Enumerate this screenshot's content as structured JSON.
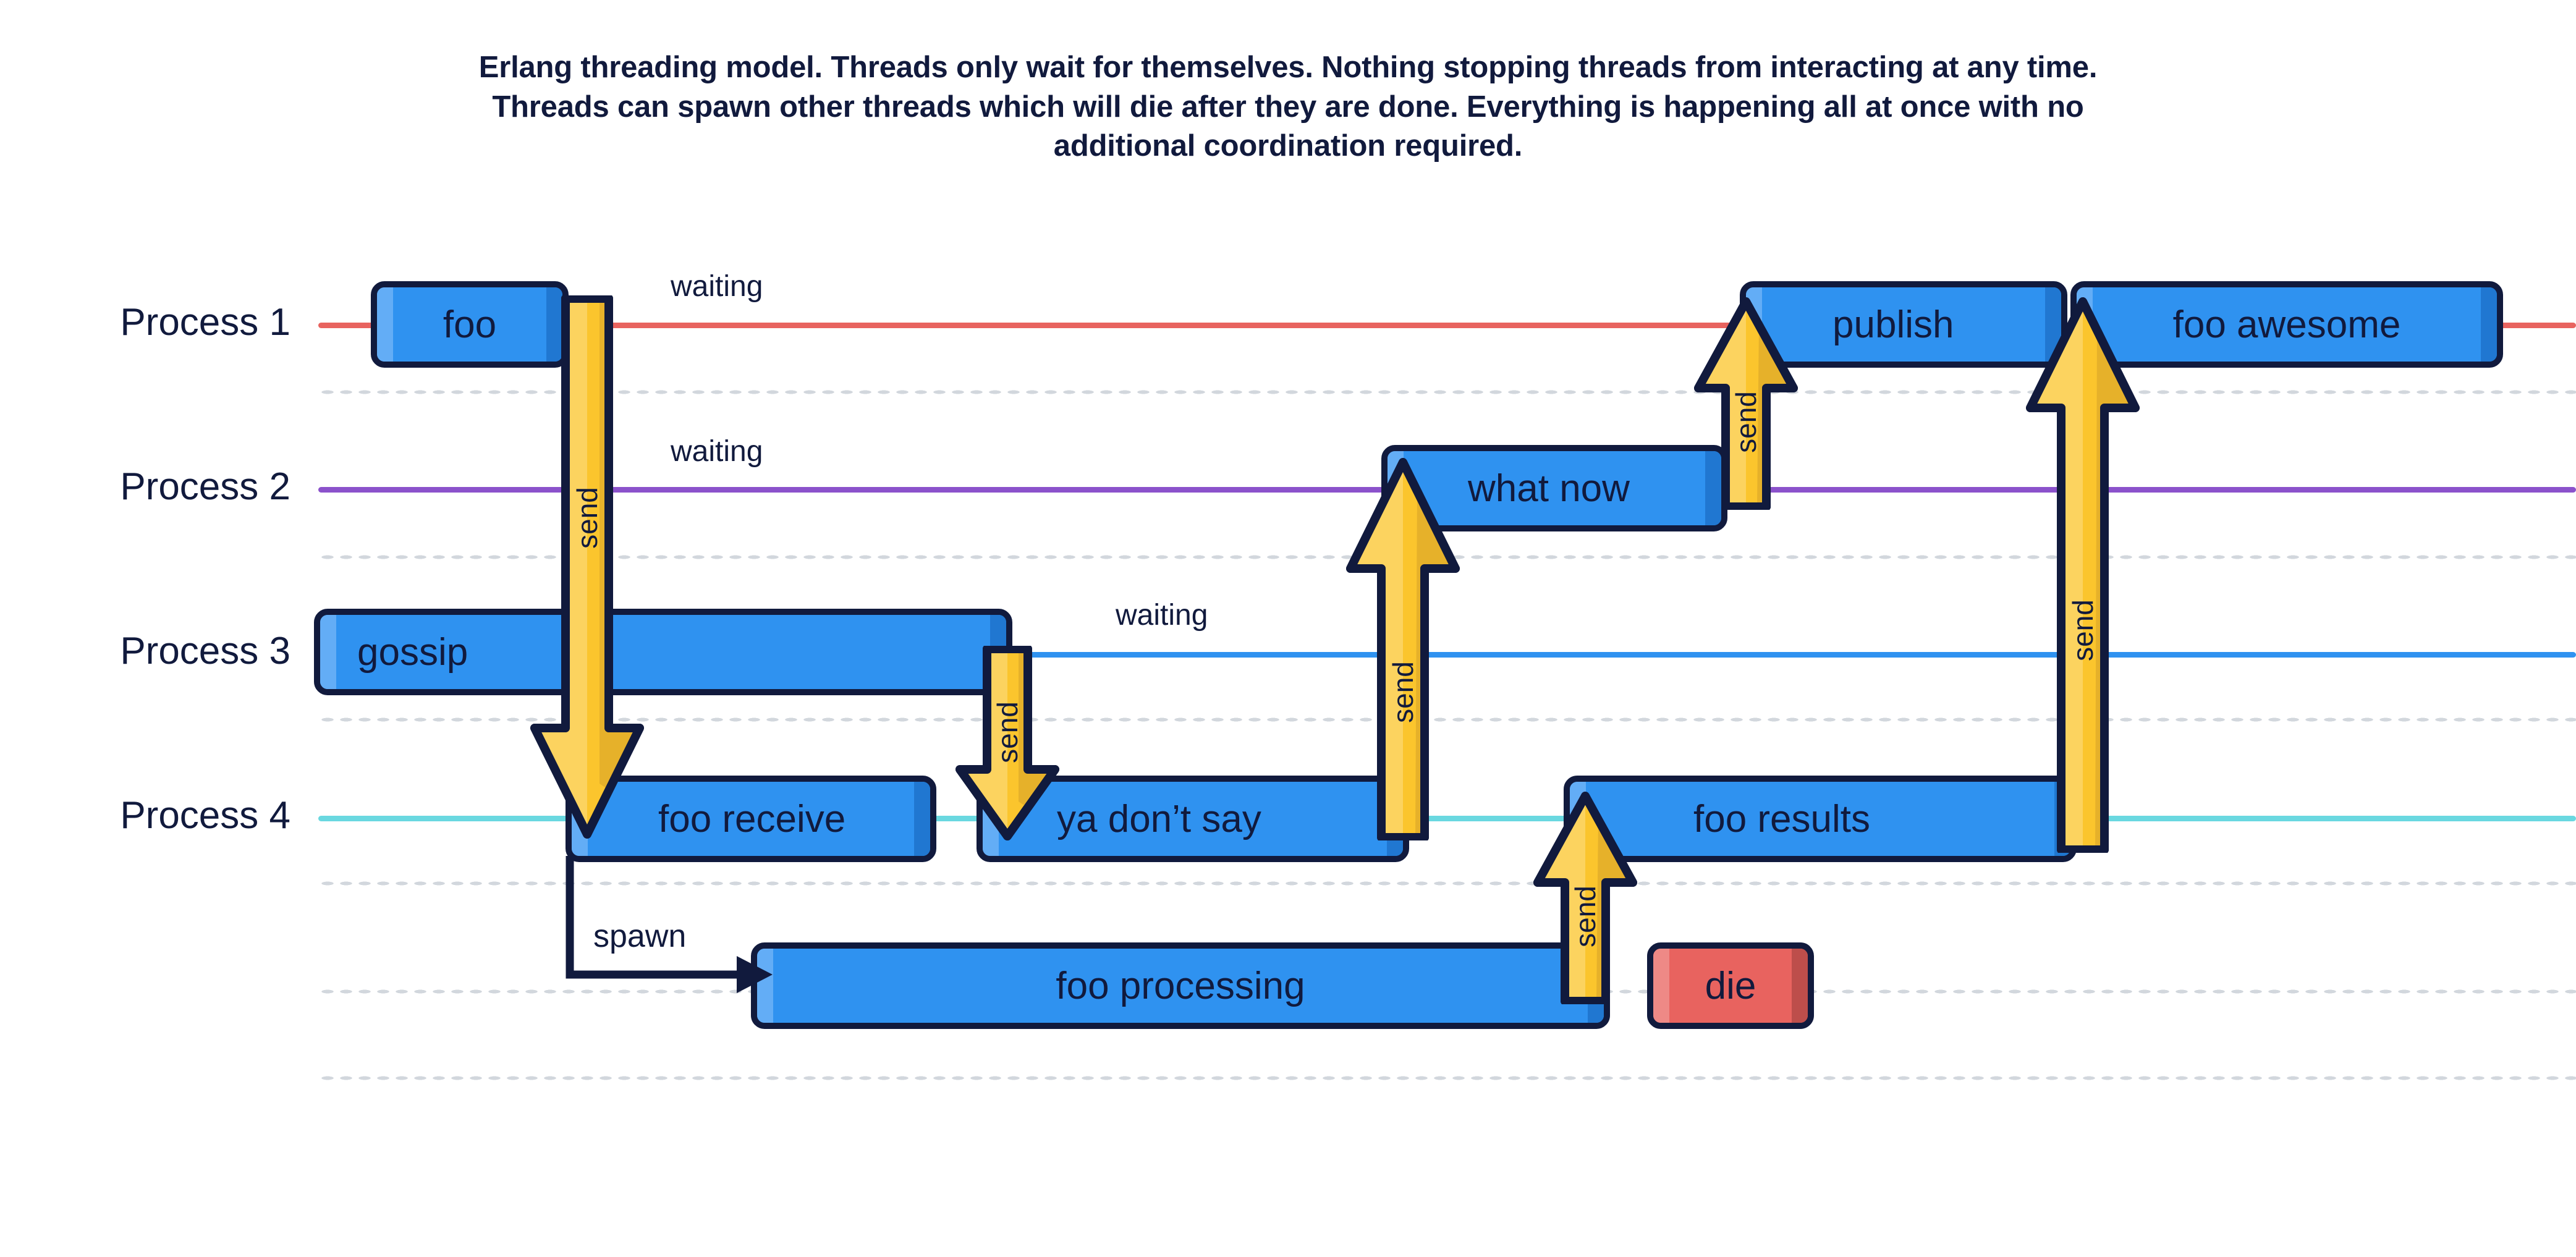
{
  "caption": {
    "line1": "Erlang threading model. Threads only wait for themselves. Nothing stopping threads from interacting at any time.",
    "line2": "Threads can spawn other threads which will die after they are done. Everything is happening all at once with no",
    "line3": "additional coordination required."
  },
  "processes": [
    {
      "label": "Process 1",
      "color": "#e8635f"
    },
    {
      "label": "Process 2",
      "color": "#8b52cb"
    },
    {
      "label": "Process 3",
      "color": "#2f92f0"
    },
    {
      "label": "Process 4",
      "color": "#6ad8e0"
    }
  ],
  "blocks": [
    {
      "name": "foo",
      "label": "foo"
    },
    {
      "name": "publish",
      "label": "publish"
    },
    {
      "name": "foo-awesome",
      "label": "foo awesome"
    },
    {
      "name": "what-now",
      "label": "what now"
    },
    {
      "name": "gossip",
      "label": "gossip"
    },
    {
      "name": "foo-receive",
      "label": "foo receive"
    },
    {
      "name": "ya-dont-say",
      "label": "ya don’t say"
    },
    {
      "name": "foo-results",
      "label": "foo results"
    },
    {
      "name": "foo-processing",
      "label": "foo processing"
    },
    {
      "name": "die",
      "label": "die"
    }
  ],
  "arrows": [
    {
      "name": "send-p1-to-p4",
      "label": "send",
      "direction": "down"
    },
    {
      "name": "send-p3-to-p4",
      "label": "send",
      "direction": "down"
    },
    {
      "name": "send-p4-to-p2",
      "label": "send",
      "direction": "up"
    },
    {
      "name": "send-p2-to-p1",
      "label": "send",
      "direction": "up"
    },
    {
      "name": "send-spawned-to-p4",
      "label": "send",
      "direction": "up"
    },
    {
      "name": "send-p4-to-p1",
      "label": "send",
      "direction": "up"
    },
    {
      "name": "spawn",
      "label": "spawn",
      "direction": "right"
    }
  ],
  "annotations": [
    {
      "name": "waiting-process-1",
      "label": "waiting"
    },
    {
      "name": "waiting-process-2",
      "label": "waiting"
    },
    {
      "name": "waiting-process-3",
      "label": "waiting"
    }
  ],
  "colors": {
    "ink": "#111a3d",
    "block_blue": "#2f92f0",
    "block_blue_light": "#63adf6",
    "block_blue_dark": "#2077d1",
    "block_red": "#e8635f",
    "arrow_yellow": "#fbc52d",
    "arrow_yellow_light": "#fcd568",
    "arrow_yellow_dark": "#dfa92a",
    "guide_grey": "#d2d7dd",
    "process_1": "#e8635f",
    "process_2": "#8b52cb",
    "process_3": "#2f92f0",
    "process_4": "#6ad8e0"
  }
}
